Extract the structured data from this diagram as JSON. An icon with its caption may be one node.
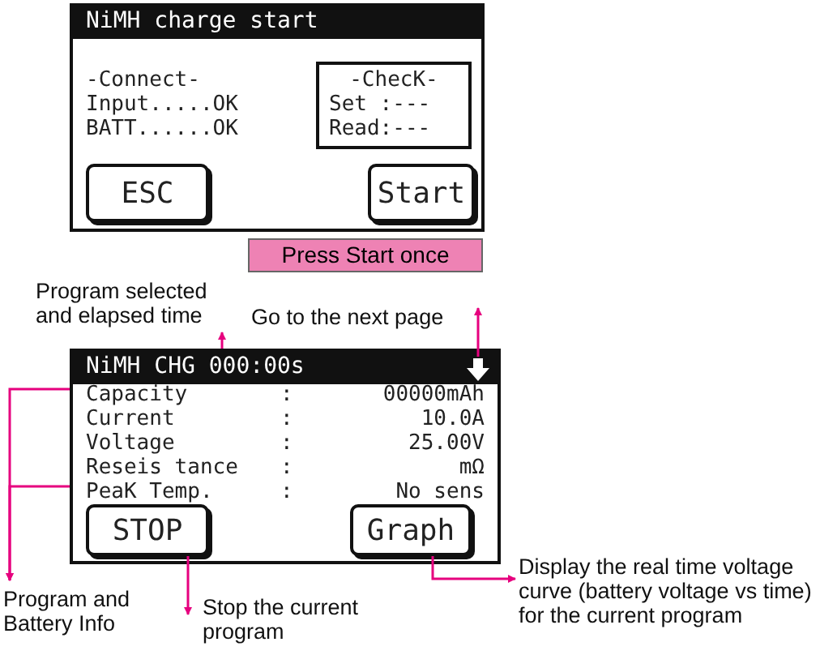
{
  "diagram": {
    "nodes": [
      {
        "text": [
          "NiMH charge start"
        ]
      },
      {
        "text": [
          "-ChecK-",
          "Set :---",
          "Read:---"
        ],
        "in": 0
      },
      {
        "text": [
          "ESC"
        ],
        "in": 0
      },
      {
        "text": [
          "Start"
        ],
        "in": 0
      },
      {
        "text": [
          "Press Start once"
        ]
      },
      {
        "text": [
          "NiMH CHG 000:00s"
        ]
      },
      {
        "text": [
          "STOP"
        ],
        "in": 5
      },
      {
        "text": [
          "Graph"
        ],
        "in": 5
      },
      {
        "text": [],
        "shape": "arrow",
        "in": 5
      },
      {
        "text": [
          "Program selected and elapsed time"
        ]
      },
      {
        "text": [
          "Go to the next page"
        ]
      },
      {
        "text": [
          "Program and Battery Info"
        ]
      },
      {
        "text": [
          "Stop the current program"
        ]
      },
      {
        "text": [
          "Display the real time voltage curve (battery voltage vs time) for the current program"
        ]
      }
    ],
    "edges": [
      {
        "from": 5,
        "to": 9,
        "arrow": "to"
      },
      {
        "from": 8,
        "to": 10,
        "arrow": "to"
      },
      {
        "from": 5,
        "to": 11,
        "arrow": "to"
      },
      {
        "from": 5,
        "to": 11,
        "arrow": "to"
      },
      {
        "from": 6,
        "to": 12,
        "arrow": "to"
      },
      {
        "from": 7,
        "to": 13,
        "arrow": "to"
      }
    ],
    "labels": [
      "-Connect-",
      "Input.....OK",
      "BATT......OK",
      "Capacity",
      ":",
      "00000mAh",
      "Current",
      ":",
      "10.0A",
      "Voltage",
      ":",
      "25.00V",
      "Reseis tance",
      ":",
      "mΩ",
      "PeaK Temp.",
      ":",
      "No sens"
    ]
  }
}
